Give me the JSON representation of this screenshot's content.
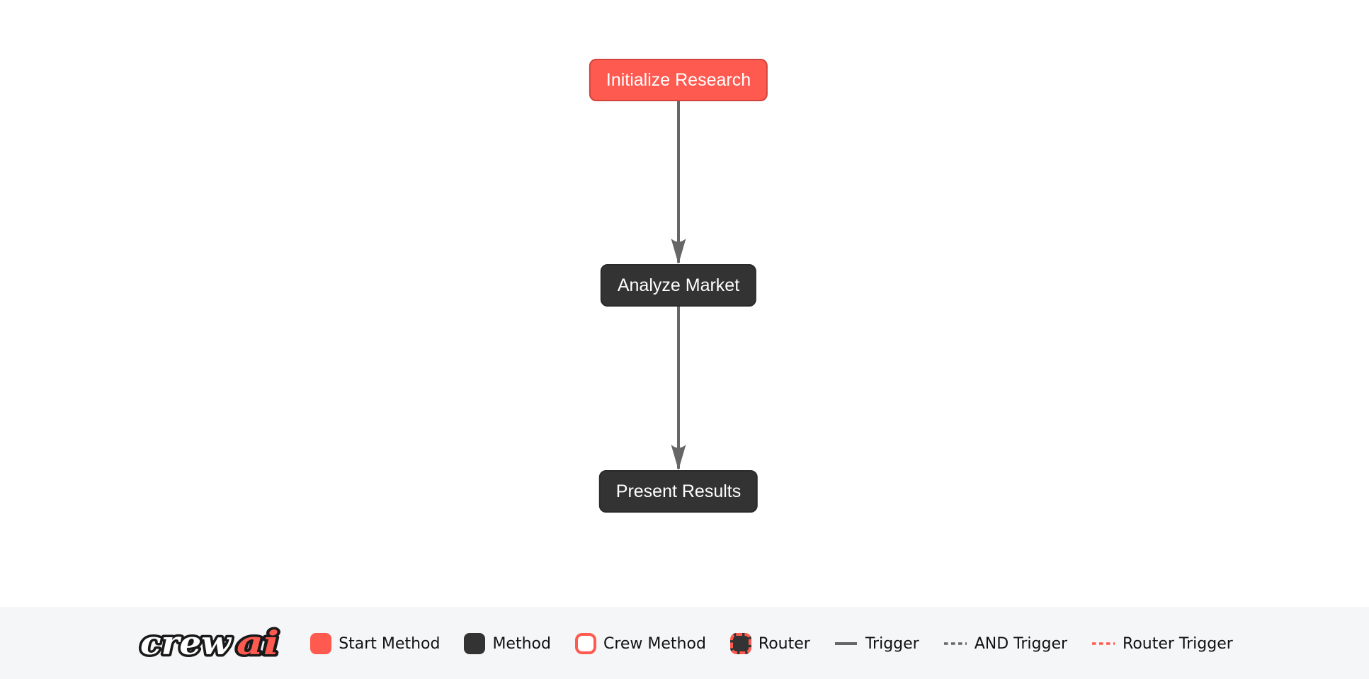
{
  "flow": {
    "nodes": [
      {
        "label": "Initialize Research",
        "type": "start"
      },
      {
        "label": "Analyze Market",
        "type": "method"
      },
      {
        "label": "Present Results",
        "type": "method"
      }
    ],
    "edges": [
      {
        "from": "Initialize Research",
        "to": "Analyze Market",
        "type": "trigger"
      },
      {
        "from": "Analyze Market",
        "to": "Present Results",
        "type": "trigger"
      }
    ]
  },
  "legend": {
    "logo": {
      "word1": "crew",
      "word2": "ai"
    },
    "items": [
      {
        "label": "Start Method",
        "swatch": "start-method"
      },
      {
        "label": "Method",
        "swatch": "method"
      },
      {
        "label": "Crew Method",
        "swatch": "crew-method"
      },
      {
        "label": "Router",
        "swatch": "router"
      },
      {
        "label": "Trigger",
        "swatch": "trigger-line"
      },
      {
        "label": "AND Trigger",
        "swatch": "and-trigger-line"
      },
      {
        "label": "Router Trigger",
        "swatch": "router-trigger-line"
      }
    ]
  },
  "colors": {
    "start": "#FF5A50",
    "startBorder": "#D0453B",
    "method": "#333333",
    "methodBorder": "#2B2B2B",
    "edge": "#666666",
    "legendBg": "#F5F6F8",
    "legendText": "#111111",
    "nodeText": "#FFFFFF",
    "logoOutline": "#1A1A1A"
  }
}
